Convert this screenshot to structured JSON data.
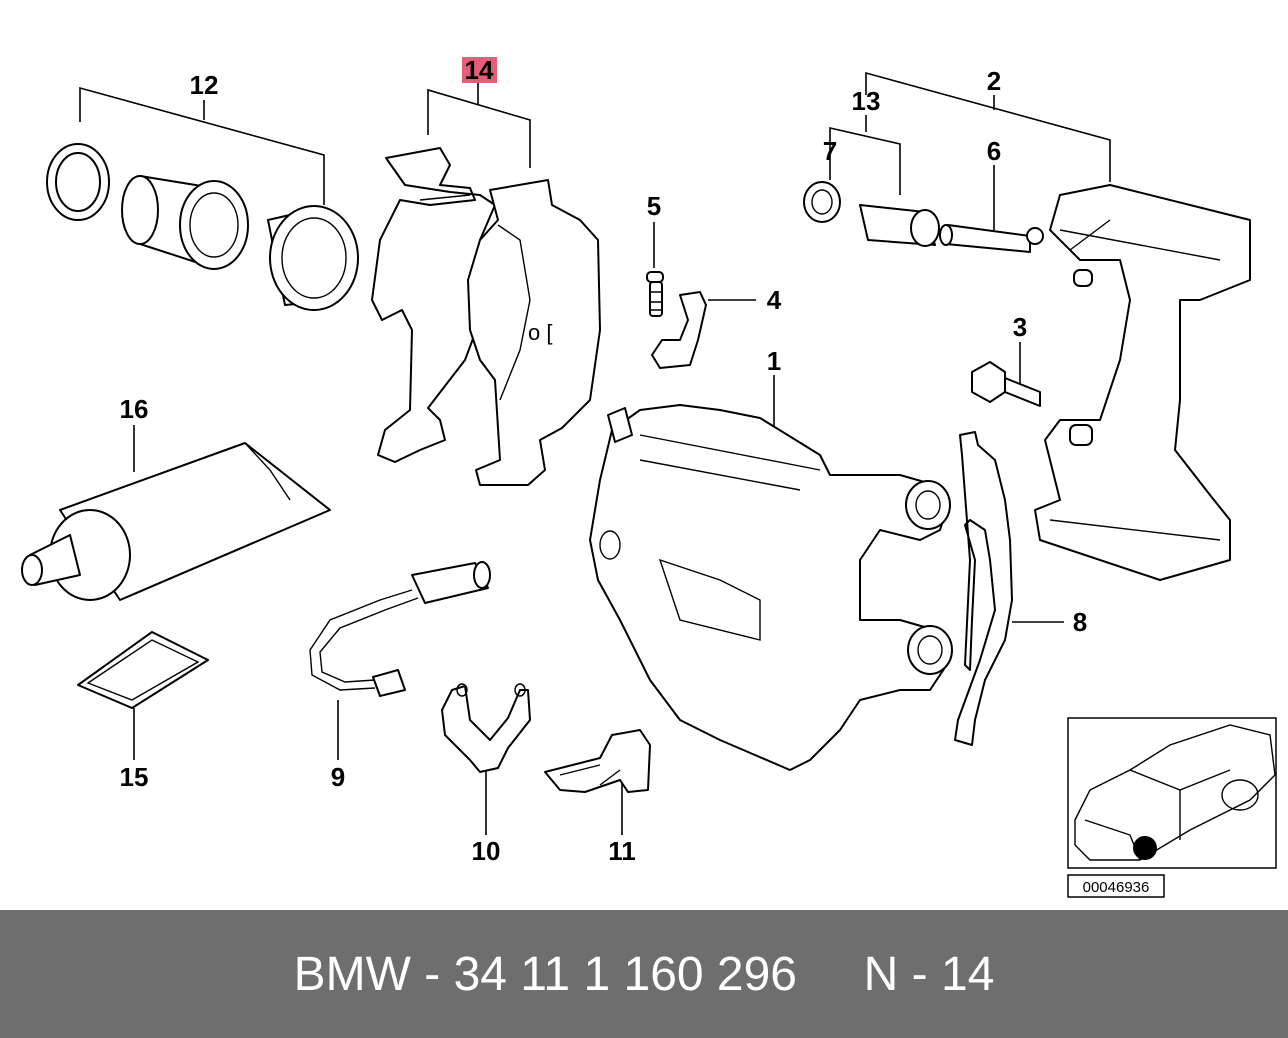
{
  "callouts": {
    "c1": "1",
    "c2": "2",
    "c3": "3",
    "c4": "4",
    "c5": "5",
    "c6": "6",
    "c7": "7",
    "c8": "8",
    "c9": "9",
    "c10": "10",
    "c11": "11",
    "c12": "12",
    "c13": "13",
    "c14": "14",
    "c15": "15",
    "c16": "16"
  },
  "highlighted_callout": "14",
  "highlight_color": "#e0607a",
  "inset": {
    "ref_number": "00046936",
    "icon": "car-front-wheel-locator"
  },
  "footer": {
    "text": "BMW - 34 11 1 160 296     N - 14",
    "background": "#6e6e6e",
    "color": "#ffffff"
  }
}
